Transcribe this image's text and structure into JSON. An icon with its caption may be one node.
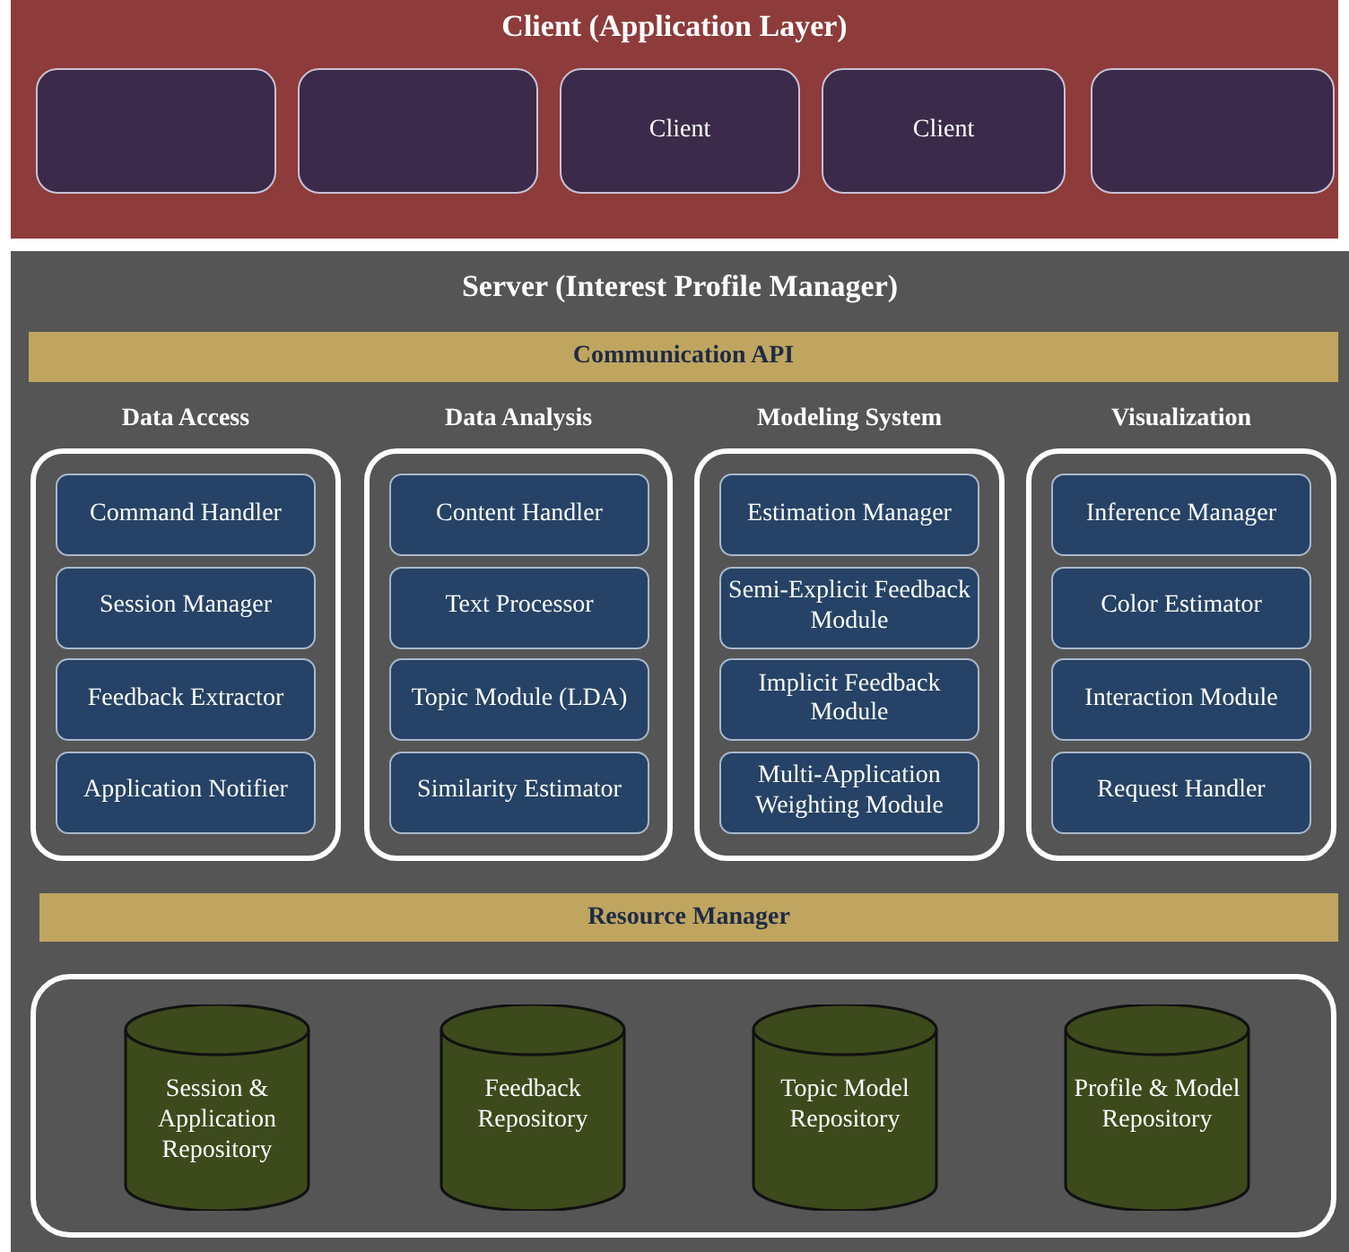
{
  "diagram": {
    "nodes": [
      {
        "text": [
          "Client (Application Layer)"
        ]
      },
      {
        "text": [],
        "shape": "box",
        "in": 0
      },
      {
        "text": [],
        "shape": "box",
        "in": 0
      },
      {
        "text": [
          "Client"
        ],
        "in": 0
      },
      {
        "text": [
          "Client"
        ],
        "in": 0
      },
      {
        "text": [],
        "shape": "box",
        "in": 0
      },
      {
        "text": [
          "Server (Interest Profile Manager)"
        ]
      },
      {
        "text": [
          "Communication API"
        ],
        "in": 6
      },
      {
        "text": [
          "Data Access"
        ],
        "in": 6
      },
      {
        "text": [
          "Command Handler"
        ],
        "in": 8
      },
      {
        "text": [
          "Session Manager"
        ],
        "in": 8
      },
      {
        "text": [
          "Feedback Extractor"
        ],
        "in": 8
      },
      {
        "text": [
          "Application Notifier"
        ],
        "in": 8
      },
      {
        "text": [
          "Data Analysis"
        ],
        "in": 6
      },
      {
        "text": [
          "Content Handler"
        ],
        "in": 13
      },
      {
        "text": [
          "Text Processor"
        ],
        "in": 13
      },
      {
        "text": [
          "Topic Module (LDA)"
        ],
        "in": 13
      },
      {
        "text": [
          "Similarity Estimator"
        ],
        "in": 13
      },
      {
        "text": [
          "Modeling System"
        ],
        "in": 6
      },
      {
        "text": [
          "Estimation Manager"
        ],
        "in": 18
      },
      {
        "text": [
          "Semi-Explicit Feedback Module"
        ],
        "in": 18
      },
      {
        "text": [
          "Implicit Feedback Module"
        ],
        "in": 18
      },
      {
        "text": [
          "Multi-Application Weighting Module"
        ],
        "in": 18
      },
      {
        "text": [
          "Visualization"
        ],
        "in": 6
      },
      {
        "text": [
          "Inference Manager"
        ],
        "in": 23
      },
      {
        "text": [
          "Color Estimator"
        ],
        "in": 23
      },
      {
        "text": [
          "Interaction Module"
        ],
        "in": 23
      },
      {
        "text": [
          "Request Handler"
        ],
        "in": 23
      },
      {
        "text": [
          "Resource Manager"
        ],
        "in": 6
      },
      {
        "text": [],
        "shape": "box",
        "in": 6
      },
      {
        "text": [
          "Session & Application Repository"
        ],
        "in": 29
      },
      {
        "text": [
          "Feedback Repository"
        ],
        "in": 29
      },
      {
        "text": [
          "Topic Model Repository"
        ],
        "in": 29
      },
      {
        "text": [
          "Profile & Model Repository"
        ],
        "in": 29
      }
    ]
  }
}
